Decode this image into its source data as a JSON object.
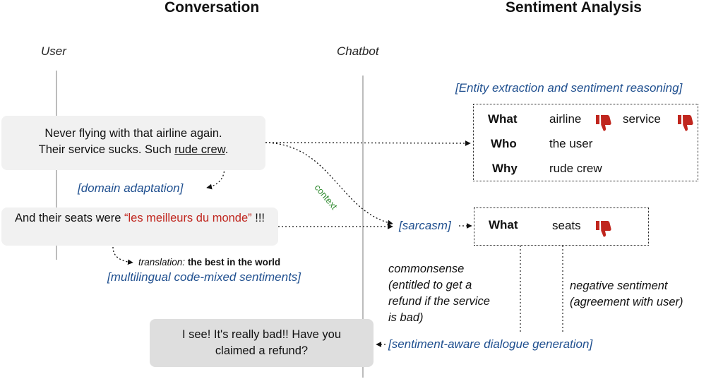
{
  "headings": {
    "left": "Conversation",
    "right": "Sentiment Analysis"
  },
  "roles": {
    "user": "User",
    "chatbot": "Chatbot"
  },
  "messages": {
    "user1": {
      "line1": "Never flying with that airline again.",
      "line2_pre": "Their service sucks. Such ",
      "line2_underlined": "rude crew",
      "line2_post": "."
    },
    "user2": {
      "pre": "And their seats were ",
      "quote": "“les meilleurs du monde”",
      "post": " !!!"
    },
    "bot": {
      "line1": "I see! It's really bad!! Have you",
      "line2": "claimed a refund?"
    }
  },
  "tags": {
    "entity": "[Entity extraction and sentiment reasoning]",
    "domain": "[domain adaptation]",
    "sarcasm": "[sarcasm]",
    "multilingual": "[multilingual code-mixed sentiments]",
    "dialogue": "[sentiment-aware dialogue generation]"
  },
  "context_label": "context",
  "translation": {
    "label": "translation:",
    "text": "the best in the world"
  },
  "entity_box": {
    "what_key": "What",
    "what_val1": "airline",
    "what_val2": "service",
    "who_key": "Who",
    "who_val": "the user",
    "why_key": "Why",
    "why_val": "rude crew"
  },
  "sarcasm_box": {
    "what_key": "What",
    "what_val": "seats"
  },
  "notes": {
    "commonsense": [
      "commonsense",
      "(entitled to get a",
      "refund if the service",
      "is bad)"
    ],
    "negative": [
      "negative sentiment",
      "(agreement with user)"
    ]
  },
  "colors": {
    "tag_blue": "#1f4f8f",
    "thumb_red": "#c0261e",
    "context_green": "#2f8a2f",
    "quote_red": "#c0261e"
  },
  "icons": {
    "thumb": "thumbs-down-icon"
  }
}
